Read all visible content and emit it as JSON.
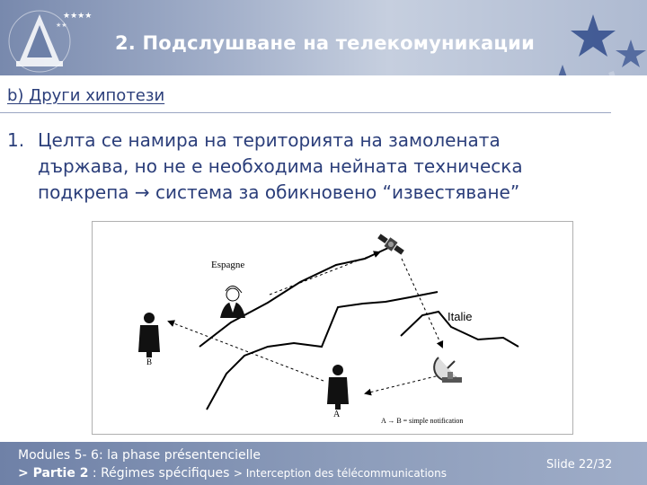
{
  "slide": {
    "title": "2. Подслушване на телекомуникации",
    "subheading": "b) Други хипотези",
    "item_number": "1.",
    "item_lines": [
      "Целта се намира на територията на замолената",
      "държава, но не е необходима нейната техническа",
      "подкрепа → система за обикновено “известяване”"
    ]
  },
  "figure": {
    "label_spain": "Espagne",
    "label_italy": "Italie",
    "label_b": "B",
    "label_a": "A",
    "caption": "A → B = simple notification"
  },
  "footer": {
    "modules": "Modules 5- 6: la phase présentencielle",
    "part_prefix": "> Partie 2",
    "part_title": " : Régimes spécifiques ",
    "section_prefix": "> ",
    "section_title": "Interception des télécommunications",
    "slide_number": "Slide 22/32"
  },
  "colors": {
    "accent": "#2b3e7a",
    "banner": "#8d9dbb",
    "star": "#2f4a8a"
  },
  "icons": [
    "logo-emblem-icon",
    "star-icon",
    "satellite-icon",
    "dish-antenna-icon",
    "person-icon"
  ]
}
